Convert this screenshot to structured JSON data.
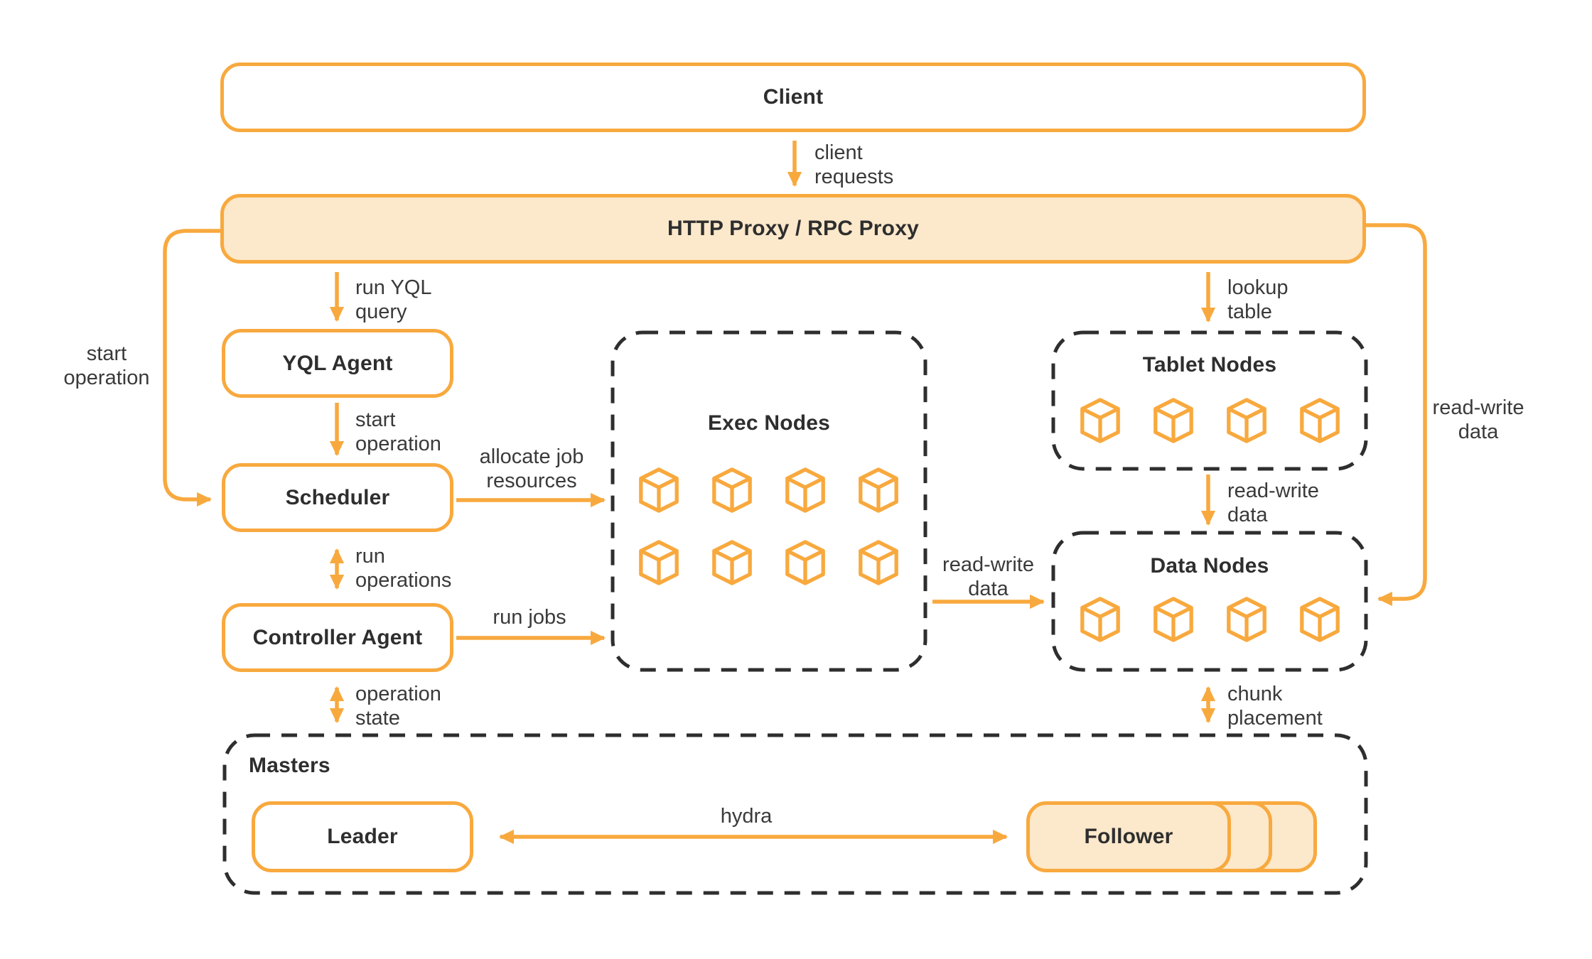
{
  "diagram": {
    "nodes": {
      "client": {
        "label": "Client"
      },
      "proxy": {
        "label": "HTTP Proxy / RPC Proxy"
      },
      "yql_agent": {
        "label": "YQL Agent"
      },
      "scheduler": {
        "label": "Scheduler"
      },
      "controller_agent": {
        "label": "Controller Agent"
      },
      "exec_nodes": {
        "label": "Exec Nodes",
        "cube_count": 8
      },
      "tablet_nodes": {
        "label": "Tablet Nodes",
        "cube_count": 4
      },
      "data_nodes": {
        "label": "Data Nodes",
        "cube_count": 4
      },
      "masters": {
        "label": "Masters"
      },
      "leader": {
        "label": "Leader"
      },
      "follower": {
        "label": "Follower",
        "stack_count": 3
      }
    },
    "edges": {
      "client_requests": "client\nrequests",
      "run_yql_query": "run YQL\nquery",
      "start_operation_proxy_scheduler": "start\noperation",
      "start_operation_yql_scheduler": "start\noperation",
      "run_operations": "run\noperations",
      "operation_state": "operation\nstate",
      "allocate_job_resources": "allocate job\nresources",
      "run_jobs": "run jobs",
      "read_write_exec_data": "read-write\ndata",
      "lookup_table": "lookup\ntable",
      "read_write_tablet_data": "read-write\ndata",
      "read_write_proxy_data": "read-write\ndata",
      "chunk_placement": "chunk\nplacement",
      "hydra": "hydra"
    },
    "colors": {
      "accent": "#F8A93E",
      "accent_fill": "#FCE8CB",
      "dashed_border": "#2E2E2E",
      "text": "#333333"
    },
    "icons": {
      "node": "cube-icon"
    }
  }
}
